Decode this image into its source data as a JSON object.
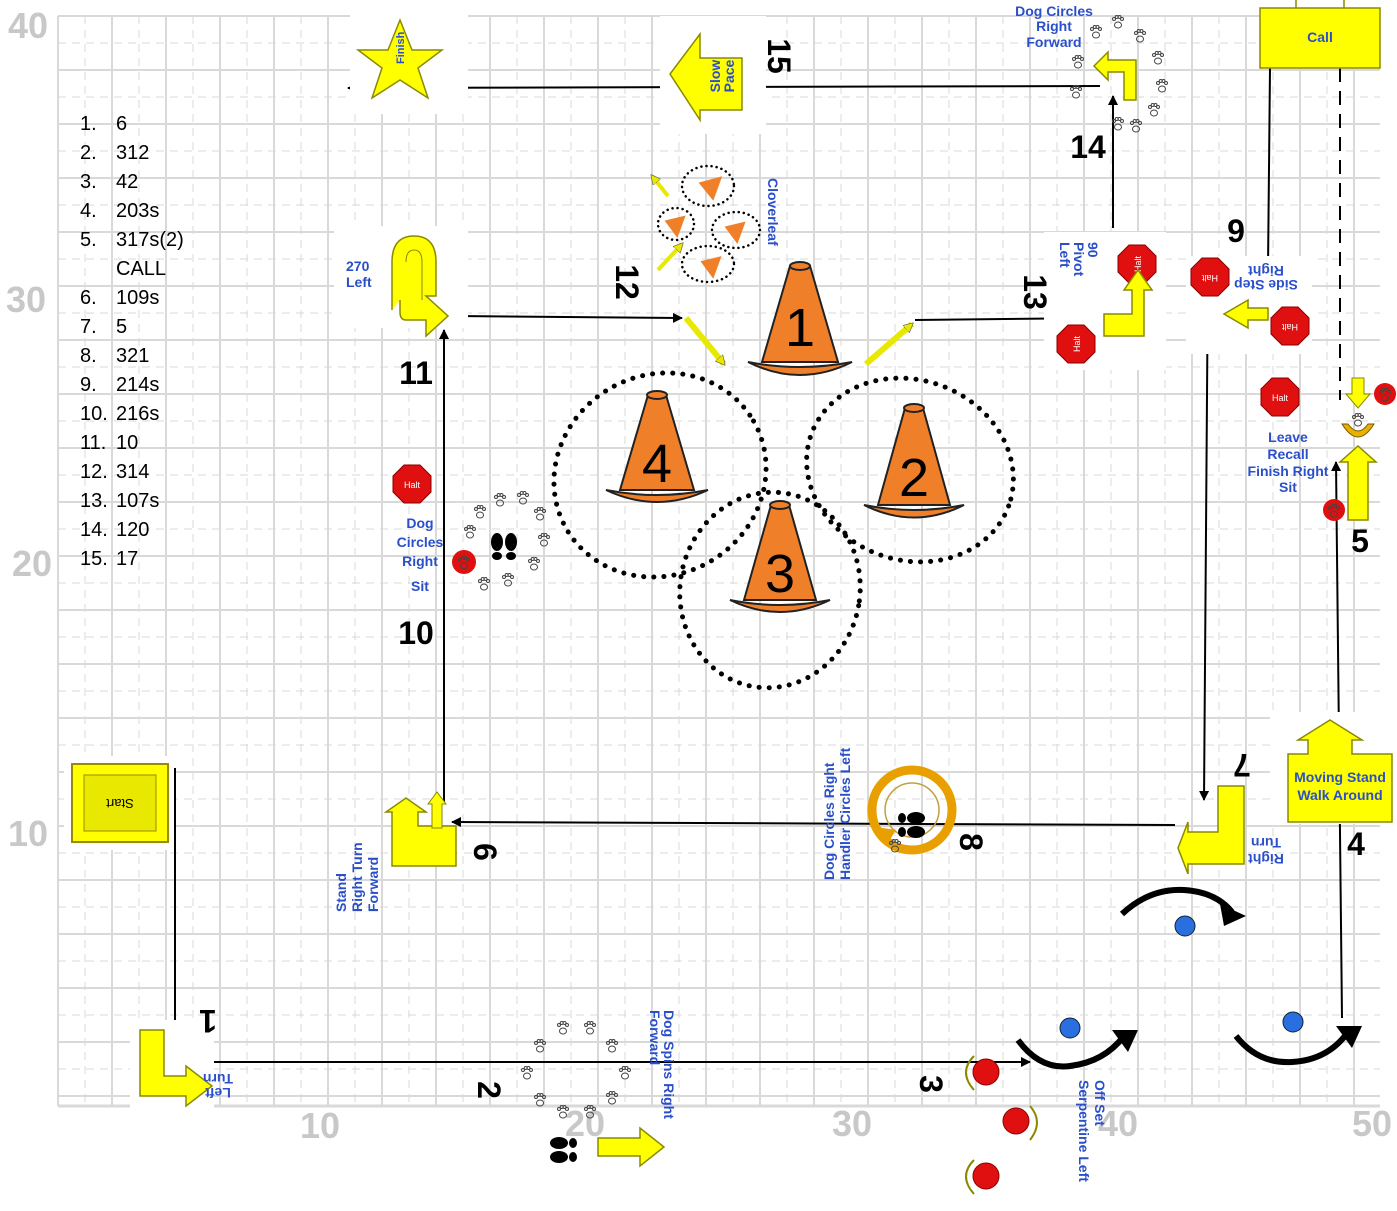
{
  "axis": {
    "y_labels": [
      "40",
      "30",
      "20",
      "10"
    ],
    "x_labels": [
      "10",
      "20",
      "30",
      "40",
      "50"
    ]
  },
  "legend": [
    {
      "n": "1.",
      "v": "6"
    },
    {
      "n": "2.",
      "v": "312"
    },
    {
      "n": "3.",
      "v": "42"
    },
    {
      "n": "4.",
      "v": "203s"
    },
    {
      "n": "5.",
      "v": "317s(2)"
    },
    {
      "n": "",
      "v": "CALL"
    },
    {
      "n": "6.",
      "v": "109s"
    },
    {
      "n": "7.",
      "v": "5"
    },
    {
      "n": "8.",
      "v": "321"
    },
    {
      "n": "9.",
      "v": "214s"
    },
    {
      "n": "10.",
      "v": "216s"
    },
    {
      "n": "11.",
      "v": "10"
    },
    {
      "n": "12.",
      "v": "314"
    },
    {
      "n": "13.",
      "v": "107s"
    },
    {
      "n": "14.",
      "v": "120"
    },
    {
      "n": "15.",
      "v": "17"
    }
  ],
  "steps": [
    "1",
    "2",
    "3",
    "4",
    "5",
    "6",
    "7",
    "8",
    "9",
    "10",
    "11",
    "12",
    "13",
    "14",
    "15"
  ],
  "cones": [
    "1",
    "2",
    "3",
    "4"
  ],
  "signs": {
    "start": "Start",
    "finish": "Finish",
    "call": "Call",
    "halt": "Halt",
    "left_turn": [
      "Left",
      "Turn"
    ],
    "dog_spins": [
      "Dog  Spins Right",
      "Forward"
    ],
    "offset_serp": [
      "Off Set",
      "Serpentine Left"
    ],
    "moving_stand": [
      "Moving Stand",
      "Walk Around"
    ],
    "leave_recall": [
      "Leave",
      "Recall",
      "Finish Right",
      "Sit"
    ],
    "stand_rt_turn": [
      "Stand",
      "Right Turn",
      "Forward"
    ],
    "right_turn": [
      "Right",
      "Turn"
    ],
    "dog_circles_hcl": [
      "Dog Circles Right",
      "Handler Circles Left"
    ],
    "side_step": [
      "Side Step",
      "Right"
    ],
    "dog_circles_sit": [
      "Dog",
      "Circles",
      "Right",
      "Sit"
    ],
    "turn270": [
      "270",
      "Left"
    ],
    "cloverleaf": "Cloverleaf",
    "pivot90": [
      "90",
      "Pivot",
      "Left"
    ],
    "dog_circles_fwd": [
      "Dog Circles",
      "Right",
      "Forward"
    ],
    "slow_pace": [
      "Slow",
      "Pace"
    ]
  },
  "colors": {
    "grid": "#d9d9d9",
    "sign_yellow": "#ffff00",
    "cone_orange": "#f07f2a",
    "halt_red": "#e01010",
    "text_blue": "#2a4fc9",
    "marker_blue": "#2a6fe0"
  }
}
